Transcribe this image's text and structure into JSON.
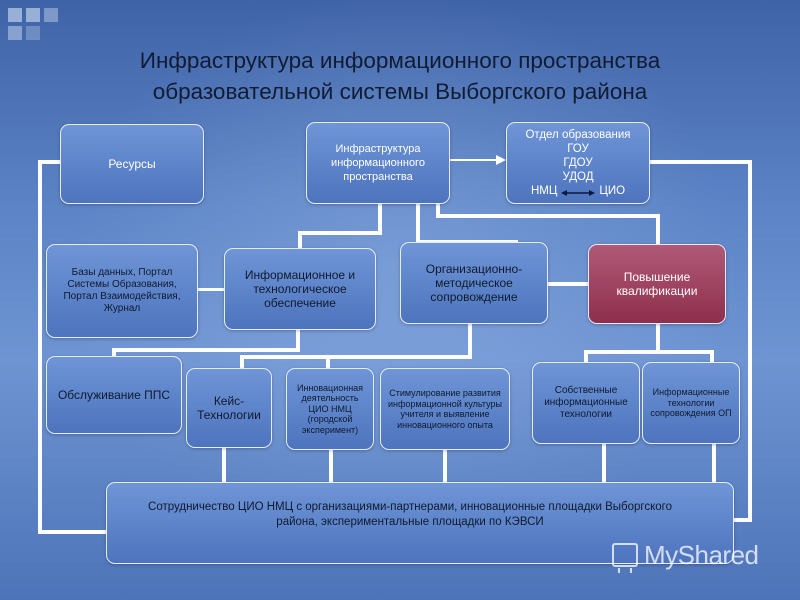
{
  "title_line1": "Инфраструктура информационного пространства",
  "title_line2": "образовательной системы Выборгского района",
  "nodes": {
    "resources": "Ресурсы",
    "infrastructure": "Инфраструктура информационного пространства",
    "education_dept": {
      "lines": [
        "Отдел образования",
        "ГОУ",
        "ГДОУ",
        "УДОД"
      ],
      "left": "НМЦ",
      "right": "ЦИО"
    },
    "databases": "Базы данных, Портал Системы Образования, Портал Взаимодействия, Журнал",
    "info_tech": "Информационное и технологическое обеспечение",
    "org_method": "Организационно-методическое сопровождение",
    "qualification": "Повышение квалификации",
    "pps_service": "Обслуживание ППС",
    "case_tech": "Кейс-Технологии",
    "innovation": "Инновационная деятельность ЦИО НМЦ (городской эксперимент)",
    "stimulation": "Стимулирование развития информационной культуры учителя и выявление инновационного опыта",
    "own_tech": "Собственные информационные технологии",
    "op_support": "Информационные технологии сопровождения ОП",
    "cooperation": "Сотрудничество ЦИО НМЦ с организациями-партнерами, инновационные площадки Выборгского района, экспериментальные площадки по КЭВСИ"
  },
  "watermark": "MyShared",
  "colors": {
    "box": "#5b80c6",
    "qualification": "#9b3d5b",
    "connector": "#ffffff",
    "title": "#111c33"
  }
}
